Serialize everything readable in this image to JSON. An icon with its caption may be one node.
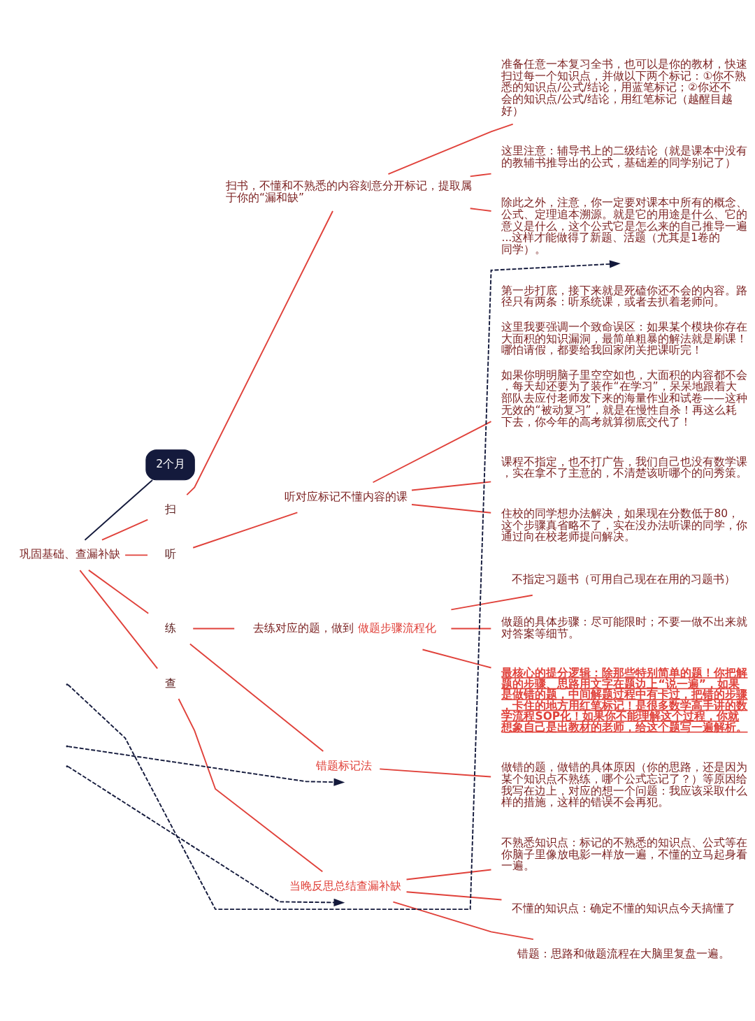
{
  "diagram": {
    "nodes": [
      {
        "text": [
          "巩固基础、查漏补缺"
        ]
      },
      {
        "text": [
          "2个月"
        ]
      },
      {
        "text": [
          "扫"
        ]
      },
      {
        "text": [
          "扫书，不懂和不熟悉的内容刻意分开标记，提取属于你的“漏和缺”"
        ]
      },
      {
        "text": [
          "准备任意一本复习全书，也可以是你的教材，快速扫过每一个知识点，并做以下两个标记：①你不熟悉的知识点/公式/结论，用蓝笔标记；②你还不会的知识点/公式/结论，用红笔标记（越醒目越好）"
        ]
      },
      {
        "text": [
          "这里注意：辅导书上的二级结论（就是课本中没有的教辅书推导出的公式，基础差的同学别记了）"
        ]
      },
      {
        "text": [
          "除此之外，注意，你一定要对课本中所有的概念、公式、定理追本溯源。就是它的用途是什么、它的意义是什么，这个公式它是怎么来的自己推导一遍...这样才能做得了新题、活题（尤其是1卷的同学）。"
        ]
      },
      {
        "text": [
          "听"
        ]
      },
      {
        "text": [
          "听对应标记不懂内容的课"
        ]
      },
      {
        "text": [
          "第一步打底，接下来就是死磕你还不会的内容。路径只有两条：听系统课，或者去扒着老师问。",
          "这里我要强调一个致命误区：如果某个模块你存在大面积的知识漏洞，最简单粗暴的解法就是刷课！哪怕请假，都要给我回家闭关把课听完！",
          "如果你明明脑子里空空如也，大面积的内容都不会，每天却还要为了装作“在学习”，呆呆地跟着大部队去应付老师发下来的海量作业和试卷——这种无效的“被动复习”，就是在慢性自杀！再这么耗下去，你今年的高考就算彻底交代了！"
        ]
      },
      {
        "text": [
          "课程不指定，也不打广告，我们自己也没有数学课，实在拿不了主意的，不清楚该听哪个的问秀策。"
        ]
      },
      {
        "text": [
          "住校的同学想办法解决，如果现在分数低于80，这个步骤真省略不了，实在没办法听课的同学，你通过向在校老师提问解决。"
        ]
      },
      {
        "text": [
          "练"
        ]
      },
      {
        "text": [
          "去练对应的题，做到**做题步骤流程化**"
        ]
      },
      {
        "text": [
          "不指定习题书（可用自己现在在用的习题书）"
        ]
      },
      {
        "text": [
          "做题的具体步骤：尽可能限时；不要一做不出来就对答案等细节。"
        ]
      },
      {
        "text": [
          "最核心的提分逻辑：除那些特别简单的题！你把解题的步骤、思路用文字在题边上“说一遍”，如果是做错的题，中间解题过程中有卡过，把错的步骤，卡住的地方用红笔标记！是很多数学高手讲的数学流程SOP化！如果你不能理解这个过程，你就想象自己是出教材的老师，给这个题写一遍解析。"
        ]
      },
      {
        "text": [
          "错题标记法"
        ]
      },
      {
        "text": [
          "做错的题，做错的具体原因（你的思路，还是因为某个知识点不熟练，哪个公式忘记了？）等原因给我写在边上，对应的想一个问题：我应该采取什么样的措施，这样的错误不会再犯。"
        ]
      },
      {
        "text": [
          "查"
        ]
      },
      {
        "text": [
          "当晚反思总结查漏补缺"
        ]
      },
      {
        "text": [
          "不熟悉知识点：标记的不熟悉的知识点、公式等在你脑子里像放电影一样放一遍，不懂的立马起身看一遍。"
        ]
      },
      {
        "text": [
          "不懂的知识点：确定不懂的知识点今天搞懂了"
        ]
      },
      {
        "text": [
          "错题：思路和做题流程在大脑里复盘一遍。"
        ]
      }
    ],
    "edges": [
      {
        "from": 0,
        "to": 1,
        "arrow": "none",
        "color": "#141a3c"
      },
      {
        "from": 0,
        "to": 2,
        "arrow": "none"
      },
      {
        "from": 2,
        "to": 3,
        "arrow": "none"
      },
      {
        "from": 3,
        "to": 4,
        "arrow": "none"
      },
      {
        "from": 3,
        "to": 5,
        "arrow": "none"
      },
      {
        "from": 3,
        "to": 6,
        "arrow": "none"
      },
      {
        "from": 0,
        "to": 7,
        "arrow": "none"
      },
      {
        "from": 7,
        "to": 8,
        "arrow": "none"
      },
      {
        "from": 8,
        "to": 9,
        "arrow": "none"
      },
      {
        "from": 8,
        "to": 10,
        "arrow": "none"
      },
      {
        "from": 8,
        "to": 11,
        "arrow": "none"
      },
      {
        "from": 0,
        "to": 12,
        "arrow": "none"
      },
      {
        "from": 12,
        "to": 13,
        "arrow": "none"
      },
      {
        "from": 13,
        "to": 14,
        "arrow": "none"
      },
      {
        "from": 13,
        "to": 15,
        "arrow": "none"
      },
      {
        "from": 13,
        "to": 16,
        "arrow": "none"
      },
      {
        "from": 12,
        "to": 17,
        "arrow": "none"
      },
      {
        "from": 17,
        "to": 18,
        "arrow": "none"
      },
      {
        "from": 0,
        "to": 19,
        "arrow": "none"
      },
      {
        "from": 19,
        "to": 20,
        "arrow": "none"
      },
      {
        "from": 20,
        "to": 21,
        "arrow": "none"
      },
      {
        "from": 20,
        "to": 22,
        "arrow": "none"
      },
      {
        "from": 20,
        "to": 23,
        "arrow": "none"
      },
      {
        "from": null,
        "to": 6,
        "arrow": "to",
        "style": "dashed",
        "color": "#141a3c"
      },
      {
        "from": null,
        "to": 17,
        "arrow": "to",
        "style": "dashed",
        "color": "#141a3c"
      },
      {
        "from": null,
        "to": 20,
        "arrow": "to",
        "style": "dashed",
        "color": "#141a3c"
      }
    ]
  }
}
